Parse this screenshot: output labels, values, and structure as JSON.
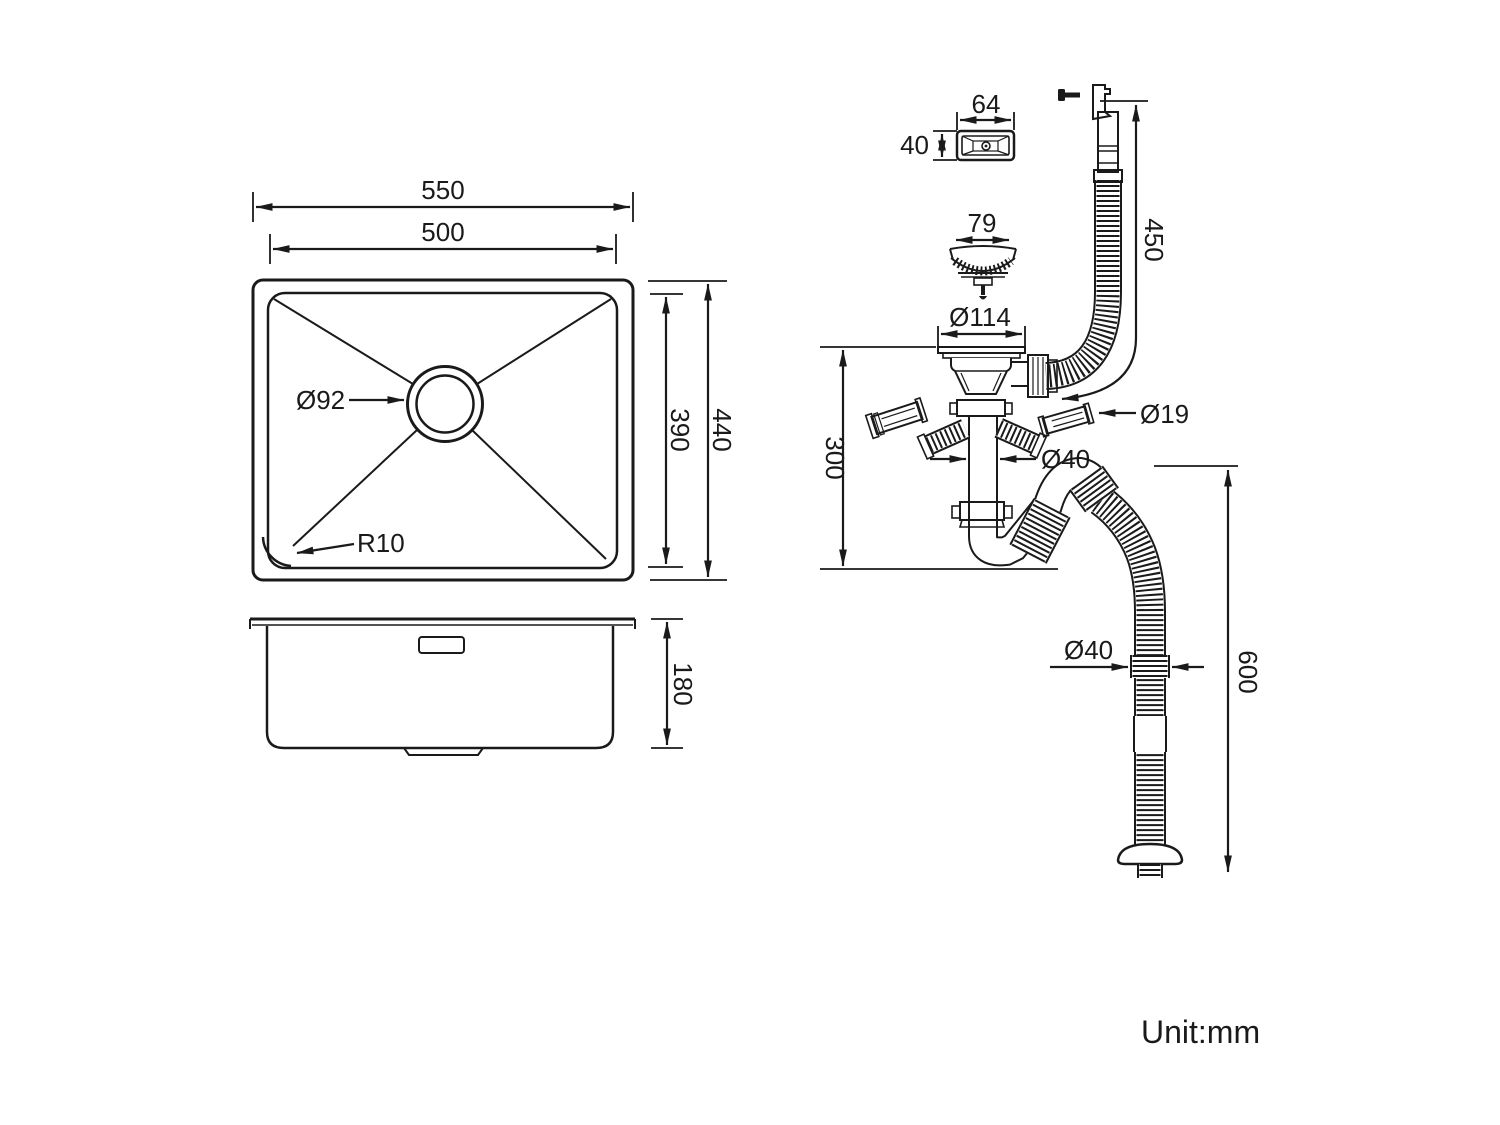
{
  "unit": {
    "label": "Unit:mm"
  },
  "colors": {
    "line": "#1a1a1a",
    "background": "#ffffff"
  },
  "top_view": {
    "outer_width": "550",
    "inner_width": "500",
    "outer_depth": "440",
    "inner_depth": "390",
    "drain_diameter": "Ø92",
    "corner_radius": "R10"
  },
  "side_view": {
    "bowl_depth": "180"
  },
  "overflow_cover": {
    "width": "64",
    "height": "40"
  },
  "strainer": {
    "diameter": "79"
  },
  "drain_kit": {
    "flange_diameter": "Ø114",
    "overflow_hose_length": "450",
    "inlet_barb_diameter": "Ø19",
    "waste_pipe_diameter": "Ø40",
    "trap_drop_height": "300",
    "outlet_hose_diameter": "Ø40",
    "outlet_hose_length": "600"
  }
}
